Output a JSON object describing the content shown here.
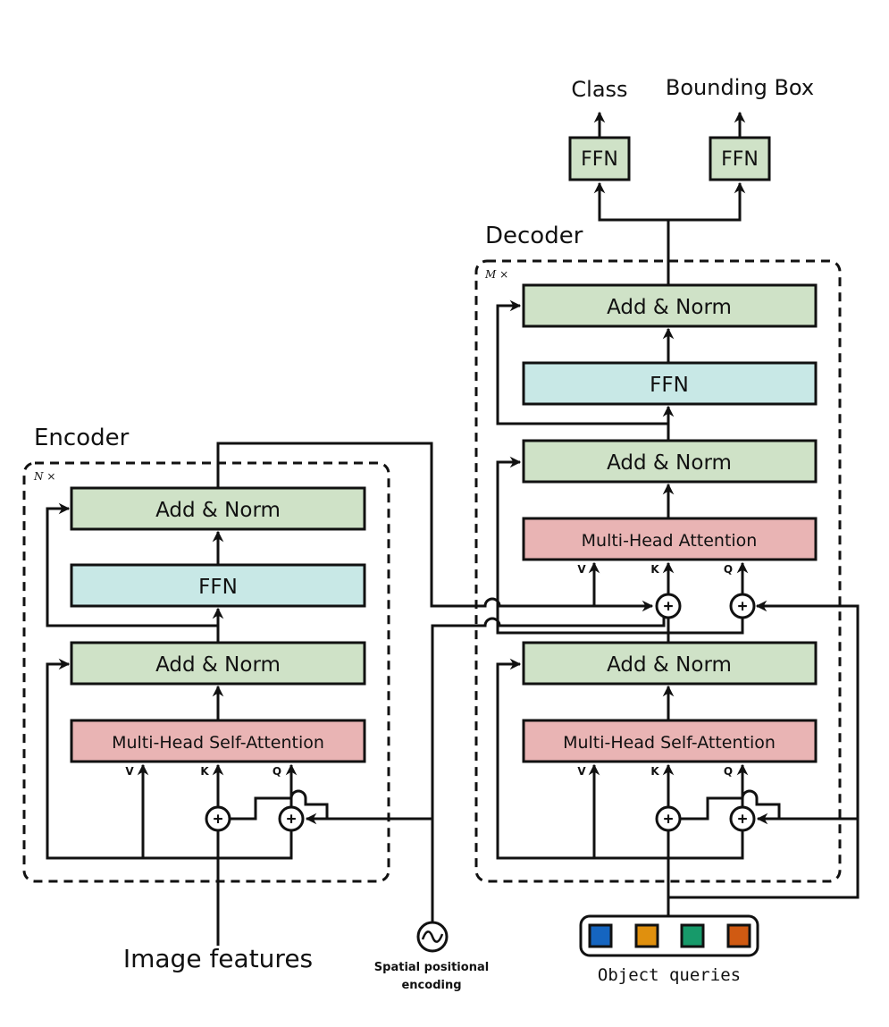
{
  "colors": {
    "add_norm": "#cfe2c7",
    "ffn_block": "#c8e8e6",
    "attention": "#e9b4b4",
    "head_ffn": "#cfe2c7",
    "query_blue": "#1565c0",
    "query_orange": "#e0900e",
    "query_green": "#179a6a",
    "query_red": "#d05a12"
  },
  "encoder": {
    "title": "Encoder",
    "repeat": "N ×",
    "add_norm_top": "Add & Norm",
    "ffn": "FFN",
    "add_norm_bottom": "Add & Norm",
    "self_attention": "Multi-Head Self-Attention",
    "v": "V",
    "k": "K",
    "q": "Q"
  },
  "decoder": {
    "title": "Decoder",
    "repeat": "M ×",
    "add_norm_top": "Add & Norm",
    "ffn": "FFN",
    "add_norm_mid": "Add & Norm",
    "cross_attention": "Multi-Head Attention",
    "add_norm_bottom": "Add & Norm",
    "self_attention": "Multi-Head Self-Attention",
    "v": "V",
    "k": "K",
    "q": "Q",
    "cv": "V",
    "ck": "K",
    "cq": "Q"
  },
  "heads": {
    "class_ffn": "FFN",
    "box_ffn": "FFN",
    "class_label": "Class",
    "box_label": "Bounding Box"
  },
  "inputs": {
    "image_features": "Image features",
    "spatial_line1": "Spatial  positional",
    "spatial_line2": "encoding",
    "object_queries": "Object  queries"
  }
}
